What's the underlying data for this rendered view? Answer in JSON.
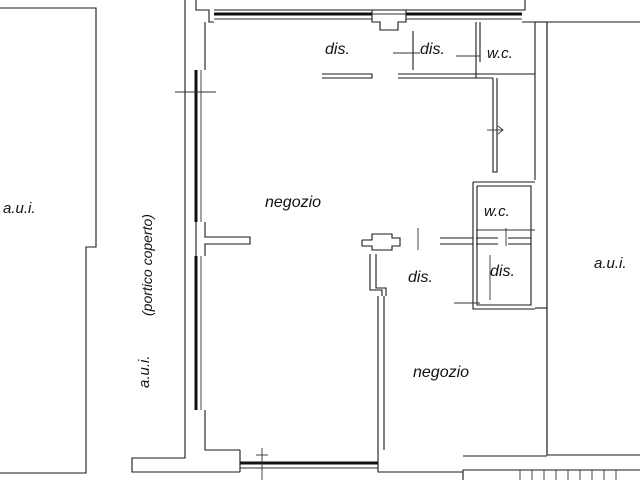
{
  "labels": {
    "aui_left": "a.u.i.",
    "aui_right": "a.u.i.",
    "aui_portico": "a.u.i.",
    "portico": "(portico coperto)",
    "negozio_main": "negozio",
    "negozio_lower": "negozio",
    "dis_1": "dis.",
    "dis_2": "dis.",
    "wc_top": "w.c.",
    "wc_mid": "w.c.",
    "dis_3": "dis.",
    "dis_4": "dis."
  }
}
